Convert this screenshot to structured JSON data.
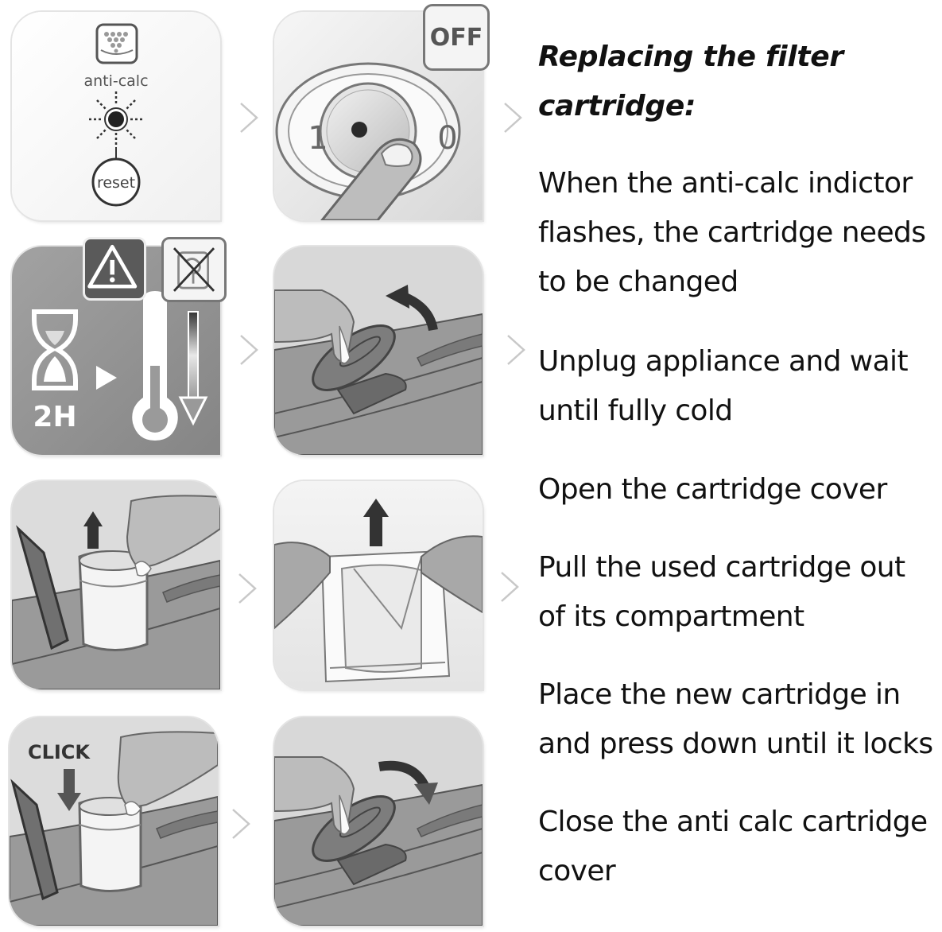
{
  "document": {
    "title": "Replacing the filter cartridge:",
    "title_lines": [
      "Replacing the filter",
      "cartridge:"
    ],
    "steps": [
      {
        "id": 1,
        "lines": [
          "When the anti-calc indictor",
          "flashes, the cartridge needs",
          "to be changed"
        ]
      },
      {
        "id": 2,
        "lines": [
          "Unplug appliance and wait",
          "until fully cold"
        ]
      },
      {
        "id": 3,
        "lines": [
          "Open the cartridge cover"
        ]
      },
      {
        "id": 4,
        "lines": [
          "Pull the used cartridge out",
          "of its compartment"
        ]
      },
      {
        "id": 5,
        "lines": [
          "Place the new cartridge in",
          "and press down until it locks"
        ]
      },
      {
        "id": 6,
        "lines": [
          "Close the anti calc cartridge",
          "cover"
        ]
      }
    ]
  },
  "illustrations": {
    "panel1": {
      "label_top": "anti-calc",
      "button_label": "reset",
      "icons": [
        "anti-calc-filter-icon",
        "flashing-indicator-icon",
        "reset-button-icon"
      ]
    },
    "panel2": {
      "badge": "OFF",
      "switch_on": "1",
      "switch_off": "0",
      "icons": [
        "power-switch-icon",
        "finger-press-icon"
      ]
    },
    "panel3": {
      "wait_time": "2H",
      "icons": [
        "warning-icon",
        "no-plug-icon",
        "hourglass-icon",
        "thermometer-icon",
        "down-arrow-icon"
      ]
    },
    "panel4": {
      "icons": [
        "hand-icon",
        "open-cover-arrow-icon"
      ]
    },
    "panel5": {
      "icons": [
        "up-arrow-icon",
        "cartridge-icon",
        "hand-icon"
      ]
    },
    "panel6": {
      "icons": [
        "up-arrow-icon",
        "cartridge-bag-icon",
        "hands-icon"
      ]
    },
    "panel7": {
      "label": "CLICK",
      "icons": [
        "down-arrow-icon",
        "cartridge-icon",
        "hand-icon"
      ]
    },
    "panel8": {
      "icons": [
        "close-cover-arrow-icon",
        "hand-icon"
      ]
    }
  },
  "colors": {
    "text": "#111111",
    "panel_light": "#f2f2f2",
    "panel_dark": "#8c8c8c",
    "line": "#555555",
    "chevron": "#c8c8c8"
  }
}
